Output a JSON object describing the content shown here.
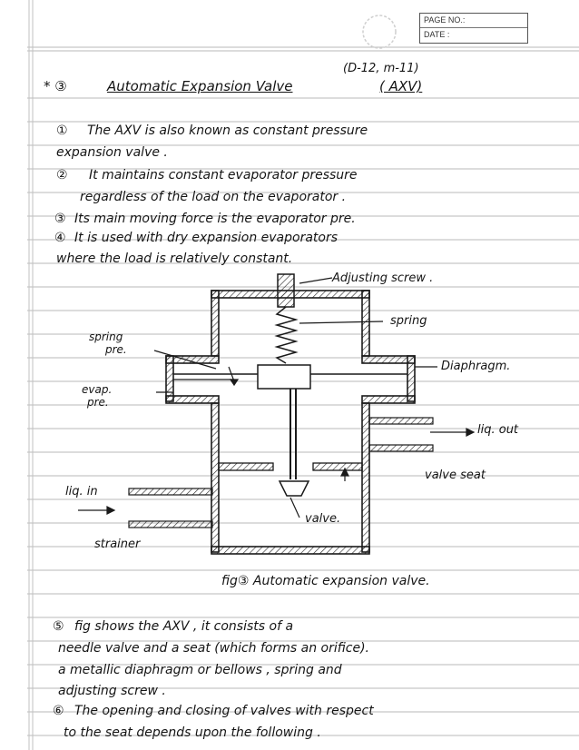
{
  "header": {
    "page_no_label": "PAGE NO.:",
    "date_label": "DATE :"
  },
  "title": {
    "marker": "* ③",
    "text": "Automatic Expansion Valve",
    "abbr": "( AXV)",
    "reference": "(D-12, m-11)"
  },
  "points": [
    {
      "num": "①",
      "lines": [
        "The AXV is also known as constant pressure",
        "expansion valve ."
      ]
    },
    {
      "num": "②",
      "lines": [
        "It maintains constant evaporator pressure",
        "regardless of the load on the evaporator ."
      ]
    },
    {
      "num": "③",
      "lines": [
        "Its main moving force is the evaporator pre."
      ]
    },
    {
      "num": "④",
      "lines": [
        "It is used with dry expansion evaporators",
        "where the load is relatively constant."
      ]
    }
  ],
  "diagram_labels": {
    "adjusting_screw": "Adjusting screw .",
    "spring": "spring",
    "spring_pre_1": "spring",
    "spring_pre_2": "pre.",
    "evap_pre_1": "evap.",
    "evap_pre_2": "pre.",
    "diaphragm": "Diaphragm.",
    "liq_out": "liq. out",
    "valve_seat": "valve seat",
    "liq_in": "liq. in",
    "valve": "valve.",
    "strainer": "strainer"
  },
  "caption": "fig③ Automatic expansion valve.",
  "points_after": [
    {
      "num": "⑤",
      "lines": [
        "fig shows the AXV , it consists of a",
        "needle valve and a seat (which forms an orifice).",
        "a metallic diaphragm or bellows , spring and",
        "adjusting screw ."
      ]
    },
    {
      "num": "⑥",
      "lines": [
        "The opening and closing of valves with respect",
        "to the seat depends upon the following ."
      ]
    }
  ]
}
